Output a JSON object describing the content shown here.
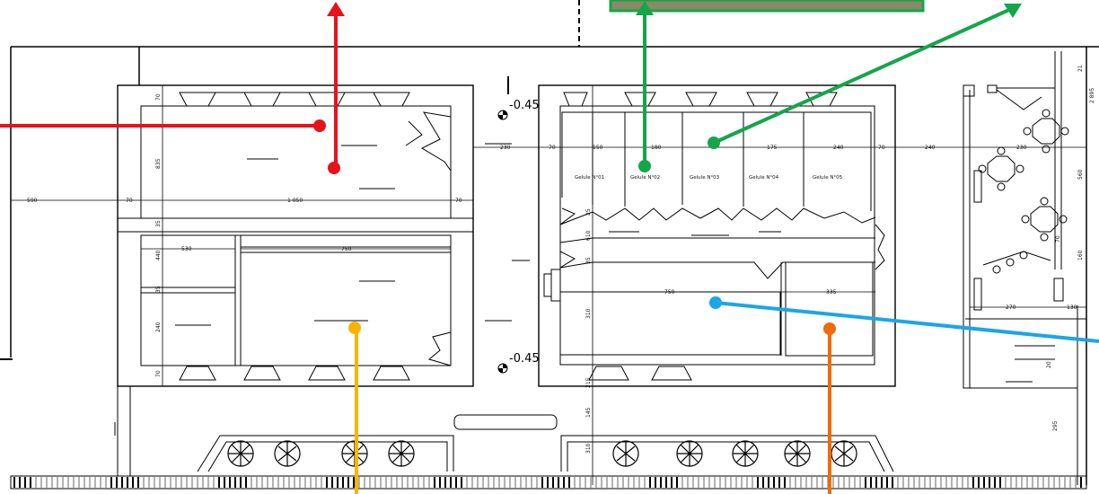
{
  "colors": {
    "marker_red": "#e8121b",
    "marker_green": "#13a64a",
    "marker_yellow": "#f7b500",
    "marker_orange": "#ef6b0c",
    "marker_blue": "#1ba6e6",
    "photo_fill": "#8a8a66",
    "photo_border": "#13a64a"
  },
  "levels": {
    "upper": "-0.45",
    "lower": "-0.45"
  },
  "cells": [
    "Gelule N°01",
    "Gelule N°02",
    "Gelule N°03",
    "Gelule N°04",
    "Gelule N°05"
  ],
  "dimensions": {
    "left_outer": "590",
    "left_70_a": "70",
    "left_main": "1 050",
    "left_70_b": "70",
    "mid_230": "230",
    "mid_70": "70",
    "cell_a": "150",
    "cell_b": "180",
    "cell_c": "175",
    "cell_d": "240",
    "cell_e": "70",
    "right_240": "240",
    "right_230": "230",
    "row_530": "530",
    "row_750": "750",
    "east_750": "750",
    "east_335": "335",
    "east_270": "270",
    "east_130": "130",
    "v_70_top": "70",
    "v_835": "835",
    "v_35_a": "35",
    "v_440": "440",
    "v_35_b": "35",
    "v_240": "240",
    "v_70_bot": "70",
    "c_25": "25",
    "c_610": "610",
    "c_35": "35",
    "c_310": "310",
    "c_215": "215",
    "c_145": "145",
    "c_310b": "310",
    "r_70": "70",
    "r_560": "560",
    "r_160": "160",
    "r_295": "295",
    "r_20": "20",
    "r_top_21": "21",
    "right_edge": "2 895"
  }
}
